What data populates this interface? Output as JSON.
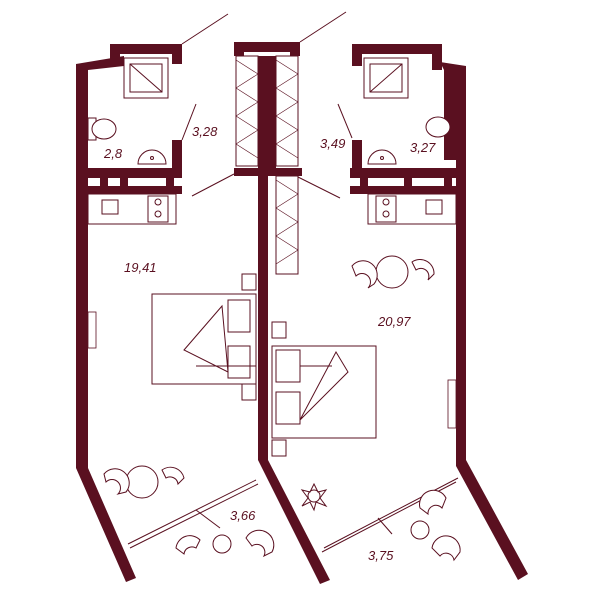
{
  "title": "",
  "colors": {
    "wall": "#5a1020",
    "line": "#5a1020",
    "background": "#ffffff"
  },
  "areas": {
    "left_bath": "2,8",
    "left_hall": "3,28",
    "left_room": "19,41",
    "left_balcony": "3,66",
    "right_hall": "3,49",
    "right_bath": "3,27",
    "right_room": "20,97",
    "right_balcony": "3,75"
  }
}
